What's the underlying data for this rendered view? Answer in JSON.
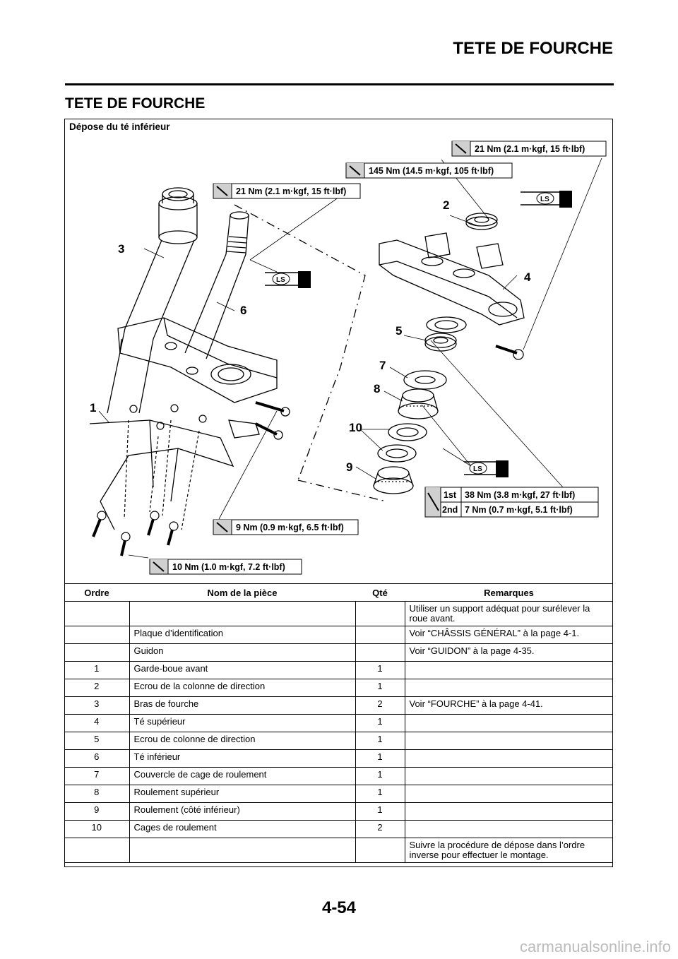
{
  "running_head": "TETE DE FOURCHE",
  "section_title": "TETE DE FOURCHE",
  "figure_title": "Dépose du té inférieur",
  "torque_labels": {
    "t1": "21 Nm (2.1 m·kgf, 15 ft·lbf)",
    "t2": "145 Nm (14.5 m·kgf, 105 ft·lbf)",
    "t3": "21 Nm (2.1 m·kgf, 15 ft·lbf)",
    "t4_step1": "1st",
    "t4_val1": "38 Nm (3.8 m·kgf, 27 ft·lbf)",
    "t4_step2": "2nd",
    "t4_val2": "7 Nm (0.7 m·kgf, 5.1 ft·lbf)",
    "t5": "9 Nm (0.9 m·kgf, 6.5 ft·lbf)",
    "t6": "10 Nm (1.0 m·kgf, 7.2 ft·lbf)"
  },
  "lubricant_mark": "LS",
  "callouts": [
    "1",
    "2",
    "3",
    "4",
    "5",
    "6",
    "7",
    "8",
    "9",
    "10"
  ],
  "table": {
    "headers": [
      "Ordre",
      "Nom de la pièce",
      "Qté",
      "Remarques"
    ],
    "rows": [
      [
        "",
        "",
        "",
        "Utiliser un support adéquat pour surélever la roue avant."
      ],
      [
        "",
        "Plaque d’identification",
        "",
        "Voir “CHÂSSIS GÉNÉRAL” à la page 4-1."
      ],
      [
        "",
        "Guidon",
        "",
        "Voir “GUIDON” à la page 4-35."
      ],
      [
        "1",
        "Garde-boue avant",
        "1",
        ""
      ],
      [
        "2",
        "Ecrou de la colonne de direction",
        "1",
        ""
      ],
      [
        "3",
        "Bras de fourche",
        "2",
        "Voir “FOURCHE” à la page 4-41."
      ],
      [
        "4",
        "Té supérieur",
        "1",
        ""
      ],
      [
        "5",
        "Ecrou de colonne de direction",
        "1",
        ""
      ],
      [
        "6",
        "Té inférieur",
        "1",
        ""
      ],
      [
        "7",
        "Couvercle de cage de roulement",
        "1",
        ""
      ],
      [
        "8",
        "Roulement supérieur",
        "1",
        ""
      ],
      [
        "9",
        "Roulement (côté inférieur)",
        "1",
        ""
      ],
      [
        "10",
        "Cages de roulement",
        "2",
        ""
      ],
      [
        "",
        "",
        "",
        "Suivre la procédure de dépose dans l’ordre inverse pour effectuer le montage."
      ]
    ]
  },
  "page_number": "4-54",
  "watermark": "carmanualsonline.info"
}
